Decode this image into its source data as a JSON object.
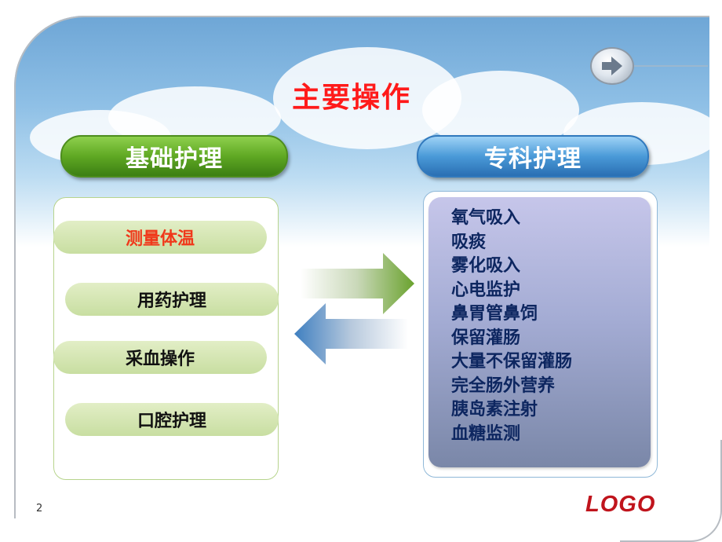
{
  "slide": {
    "title": "主要操作",
    "page_number": "2",
    "logo_text": "LOGO"
  },
  "left": {
    "header": "基础护理",
    "items": [
      {
        "label": "测量体温",
        "active": true
      },
      {
        "label": "用药护理",
        "active": false
      },
      {
        "label": "采血操作",
        "active": false
      },
      {
        "label": "口腔护理",
        "active": false
      }
    ]
  },
  "right": {
    "header": "专科护理",
    "items": [
      "氧气吸入",
      "吸痰",
      "雾化吸入",
      "心电监护",
      "鼻胃管鼻饲",
      "保留灌肠",
      "大量不保留灌肠",
      "完全肠外营养",
      "胰岛素注射",
      "血糖监测"
    ]
  },
  "icons": {
    "next": "arrow-right-circle-icon",
    "exchange_right": "arrow-right-icon",
    "exchange_left": "arrow-left-icon"
  },
  "colors": {
    "title": "#ff1a1a",
    "left_header": "#5fa823",
    "right_header": "#4a9ad8",
    "item_text": "#0d2660",
    "active_item": "#f0381a",
    "logo": "#c0141c"
  }
}
